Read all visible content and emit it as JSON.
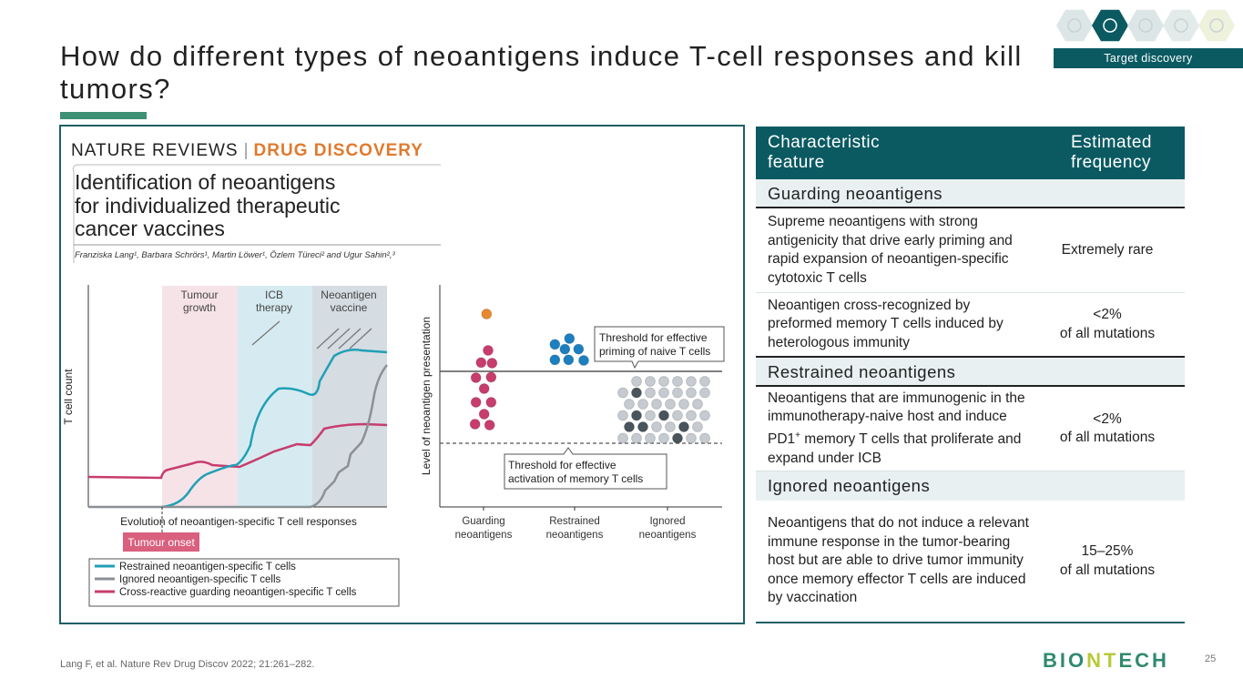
{
  "title": "How do different types of neoantigens induce T-cell responses and kill tumors?",
  "section_nav": {
    "active_label": "Target discovery",
    "steps": [
      {
        "icon": "search-icon",
        "color": "#dde6e6"
      },
      {
        "icon": "target-icon",
        "color": "#0b5a62"
      },
      {
        "icon": "list-icon",
        "color": "#dde6e6"
      },
      {
        "icon": "chip-icon",
        "color": "#e3eaea"
      },
      {
        "icon": "flask-icon",
        "color": "#eef1dc"
      }
    ]
  },
  "figure": {
    "journal_left": "NATURE REVIEWS",
    "journal_right": "DRUG DISCOVERY",
    "article_title": [
      "Identification of neoantigens",
      "for individualized therapeutic",
      "cancer vaccines"
    ],
    "authors": "Franziska Lang¹, Barbara Schrörs¹, Martin Löwer¹, Özlem Türeci² and Ugur Sahin²,³",
    "left_chart": {
      "ylabel": "T cell count",
      "xlabel": "Evolution of neoantigen-specific T cell responses",
      "phases": [
        "Tumour",
        "growth",
        "ICB",
        "therapy",
        "Neoantigen",
        "vaccine"
      ],
      "onset_label": "Tumour onset",
      "legend": [
        {
          "label": "Restrained neoantigen-specific T cells",
          "color": "#1fa0b5"
        },
        {
          "label": "Ignored neoantigen-specific T cells",
          "color": "#8a9096"
        },
        {
          "label": "Cross-reactive guarding neoantigen-specific T cells",
          "color": "#c83c6e"
        }
      ]
    },
    "right_chart": {
      "ylabel": "Level of neoantigen presentation",
      "threshold_priming": [
        "Threshold for effective",
        "priming of naive T cells"
      ],
      "threshold_memory": [
        "Threshold for effective",
        "activation of memory T cells"
      ],
      "categories": [
        [
          "Guarding",
          "neoantigens"
        ],
        [
          "Restrained",
          "neoantigens"
        ],
        [
          "Ignored",
          "neoantigens"
        ]
      ]
    }
  },
  "table": {
    "headers": [
      "Characteristic feature",
      "Estimated frequency"
    ],
    "header_lines": [
      [
        "Characteristic",
        "feature"
      ],
      [
        "Estimated",
        "frequency"
      ]
    ],
    "groups": [
      {
        "name": "Guarding neoantigens",
        "rows": [
          {
            "feature": "Supreme neoantigens with strong antigenicity  that drive early priming and rapid expansion of neoantigen-specific cytotoxic T cells",
            "frequency": [
              "Extremely rare"
            ]
          },
          {
            "feature": "Neoantigen cross-recognized by preformed memory T cells induced by heterologous immunity",
            "frequency": [
              "<2%",
              "of all mutations"
            ]
          }
        ]
      },
      {
        "name": "Restrained neoantigens",
        "rows": [
          {
            "feature_pre": "Neoantigens that are immunogenic in the immunotherapy-naive host and induce PD1",
            "feature_sup": "+",
            "feature_post": " memory T cells that proliferate and expand under ICB",
            "frequency": [
              "<2%",
              "of all mutations"
            ]
          }
        ]
      },
      {
        "name": "Ignored neoantigens",
        "rows": [
          {
            "feature": "Neoantigens that do not induce a relevant  immune response in the tumor-bearing host but are able to drive tumor immunity once memory effector T cells are induced by vaccination",
            "frequency": [
              "15–25%",
              "of all mutations"
            ]
          }
        ]
      }
    ]
  },
  "citation": "Lang F, et al. Nature Rev Drug Discov 2022; 21:261–282.",
  "logo": {
    "pre": "BIO",
    "mid": "NT",
    "post": "ECH"
  },
  "page_number": "25"
}
